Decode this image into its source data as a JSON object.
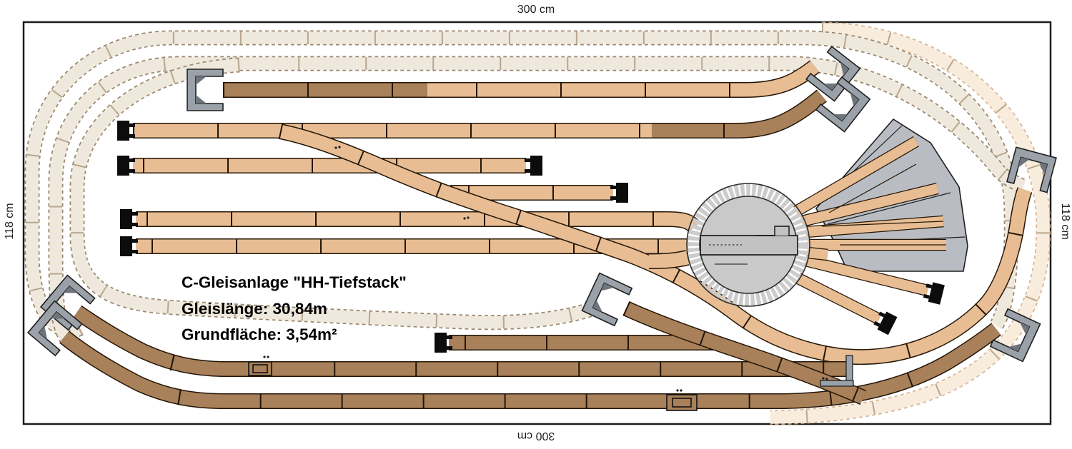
{
  "plan": {
    "type": "model-railway-track-plan",
    "dimension_labels": {
      "top": "300 cm",
      "bottom": "300 cm",
      "left": "118 cm",
      "right": "118 cm"
    },
    "title_block": {
      "line1": "C-Gleisanlage \"HH-Tiefstack\"",
      "line2": "Gleislänge:  30,84m",
      "line3": "Grundfläche: 3,54m²"
    },
    "components": {
      "turntable": "Drehscheibe mit Bühne",
      "roundhouse": "Ringlokschuppen (Fächer)",
      "tunnel_portals": 7,
      "track_end_bumpers": 9,
      "hidden_loop_tracks": 4,
      "yard_tracks_visible": 6
    },
    "colors": {
      "track_tan": "#e8bd93",
      "track_brown": "#a8805a",
      "hidden_fill": "#efe8dc",
      "hidden_edge": "#9c8a70",
      "hidden_tick": "#b8a78e",
      "pink_fill": "#f8ecdd",
      "pink_edge": "#d3ab85",
      "turntable_disc": "#c9c9c9",
      "turntable_segments": "#cccccc",
      "turntable_bridge": "#c2c2c2",
      "roundhouse_gray": "#b9bdc3",
      "portal_gray": "#9aa1a9",
      "background": "#ffffff"
    }
  }
}
